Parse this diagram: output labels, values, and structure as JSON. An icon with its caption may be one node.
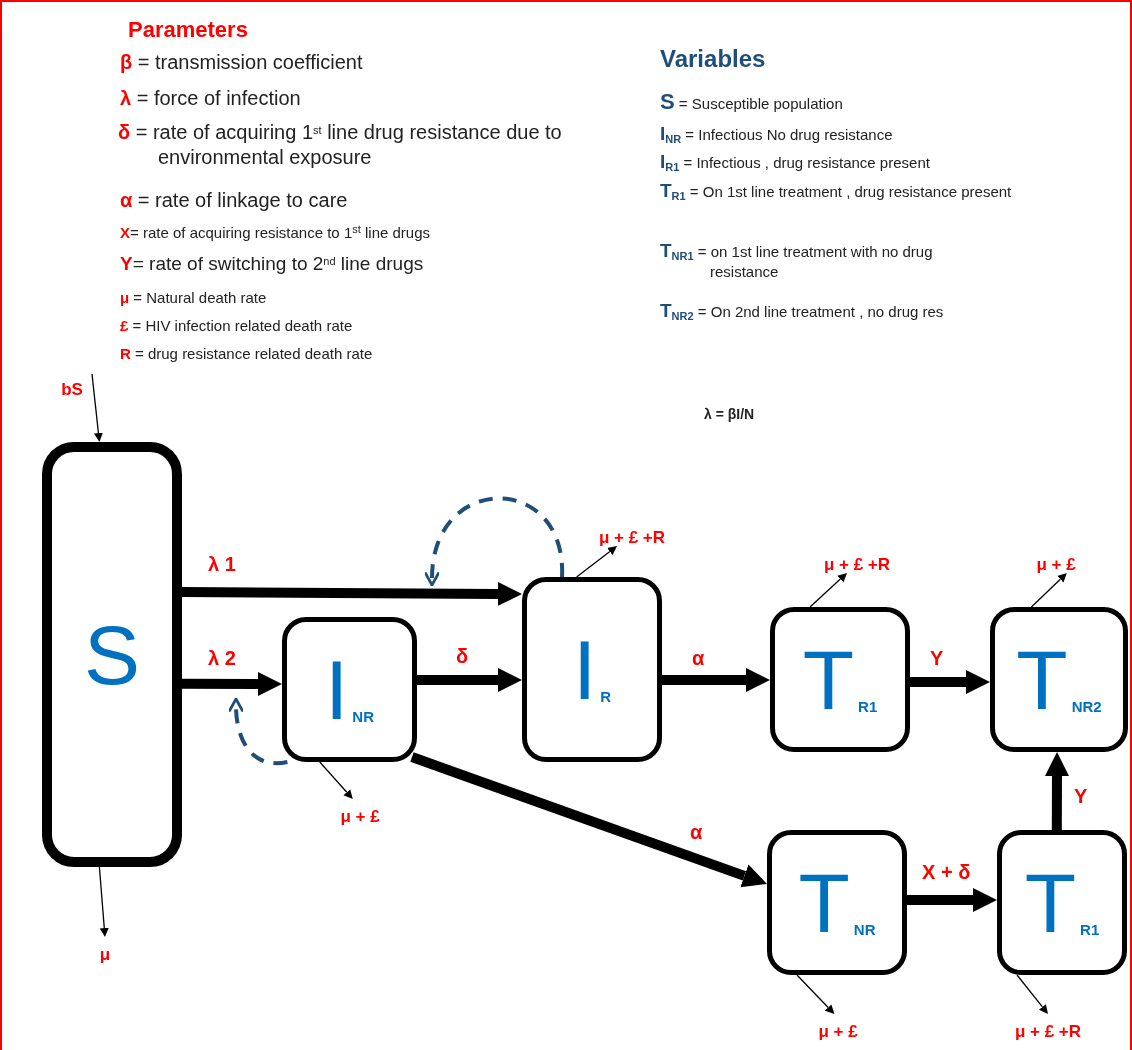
{
  "diagram": {
    "nodes": [
      {
        "text": [
          "S"
        ]
      },
      {
        "text": [
          "I$_{NR}$"
        ]
      },
      {
        "text": [
          "I$_{R}$"
        ]
      },
      {
        "text": [
          "T$_{R1}$"
        ]
      },
      {
        "text": [
          "T$_{NR2}$"
        ]
      },
      {
        "text": [
          "T$_{NR}$"
        ]
      },
      {
        "text": [
          "T$_{R1}$"
        ]
      },
      {
        "text": [
          "bS"
        ]
      },
      {
        "text": [
          "μ"
        ]
      },
      {
        "text": [
          "μ + £"
        ]
      },
      {
        "text": [
          "μ + £ +R"
        ]
      },
      {
        "text": [
          "μ + £ +R"
        ]
      },
      {
        "text": [
          "μ + £"
        ]
      },
      {
        "text": [
          "μ + £"
        ]
      },
      {
        "text": [
          "μ + £ +R"
        ]
      }
    ],
    "edges": [
      {
        "from": 0,
        "to": 2,
        "arrow": "to",
        "label": "λ 1",
        "style": "thick"
      },
      {
        "from": 0,
        "to": 1,
        "arrow": "to",
        "label": "λ 2",
        "style": "thick"
      },
      {
        "from": 1,
        "to": 2,
        "arrow": "to",
        "label": "δ",
        "style": "thick"
      },
      {
        "from": 2,
        "to": 3,
        "arrow": "to",
        "label": "α",
        "style": "thick"
      },
      {
        "from": 3,
        "to": 4,
        "arrow": "to",
        "label": "Y",
        "style": "thick"
      },
      {
        "from": 1,
        "to": 5,
        "arrow": "to",
        "label": "α",
        "style": "thick"
      },
      {
        "from": 5,
        "to": 6,
        "arrow": "to",
        "label": "X + δ",
        "style": "thick"
      },
      {
        "from": 6,
        "to": 4,
        "arrow": "to",
        "label": "Y",
        "style": "thick"
      },
      {
        "from": 2,
        "to": null,
        "arrow": "to",
        "style": "dashed",
        "color": "#1f4e79"
      },
      {
        "from": 1,
        "to": null,
        "arrow": "to",
        "style": "dashed",
        "color": "#1f4e79"
      },
      {
        "from": 7,
        "to": 0,
        "arrow": "to"
      },
      {
        "from": 0,
        "to": 8,
        "arrow": "to"
      },
      {
        "from": 1,
        "to": 9,
        "arrow": "to"
      },
      {
        "from": 2,
        "to": 10,
        "arrow": "to"
      },
      {
        "from": 3,
        "to": 11,
        "arrow": "to"
      },
      {
        "from": 4,
        "to": 12,
        "arrow": "to"
      },
      {
        "from": 5,
        "to": 13,
        "arrow": "to"
      },
      {
        "from": 6,
        "to": 14,
        "arrow": "to"
      }
    ],
    "labels": [
      "Parameters",
      "**β** = transmission coefficient",
      "**λ** = force of infection",
      "**δ** = rate of acquiring 1$^{st}$ line drug resistance due to environmental exposure",
      "**α** = rate of linkage to care",
      "**X**= rate of acquiring resistance to 1$^{st}$ line drugs",
      "**Y**= rate of switching to 2$^{nd}$ line drugs",
      "**μ** = Natural death rate",
      "**£** = HIV infection related death rate",
      "**R** = drug resistance related death rate",
      "Variables",
      "**S** = Susceptible population",
      "**I**$_{NR}$ = Infectious No drug resistance",
      "**I**$_{R1}$ = Infectious , drug resistance present",
      "**T**$_{R1}$ = On 1st line treatment , drug resistance present",
      "**T**$_{NR1}$ = on 1st line treatment with no drug resistance",
      "**T**$_{NR2}$ = On 2nd line treatment , no drug res",
      "λ = βI/N"
    ]
  }
}
